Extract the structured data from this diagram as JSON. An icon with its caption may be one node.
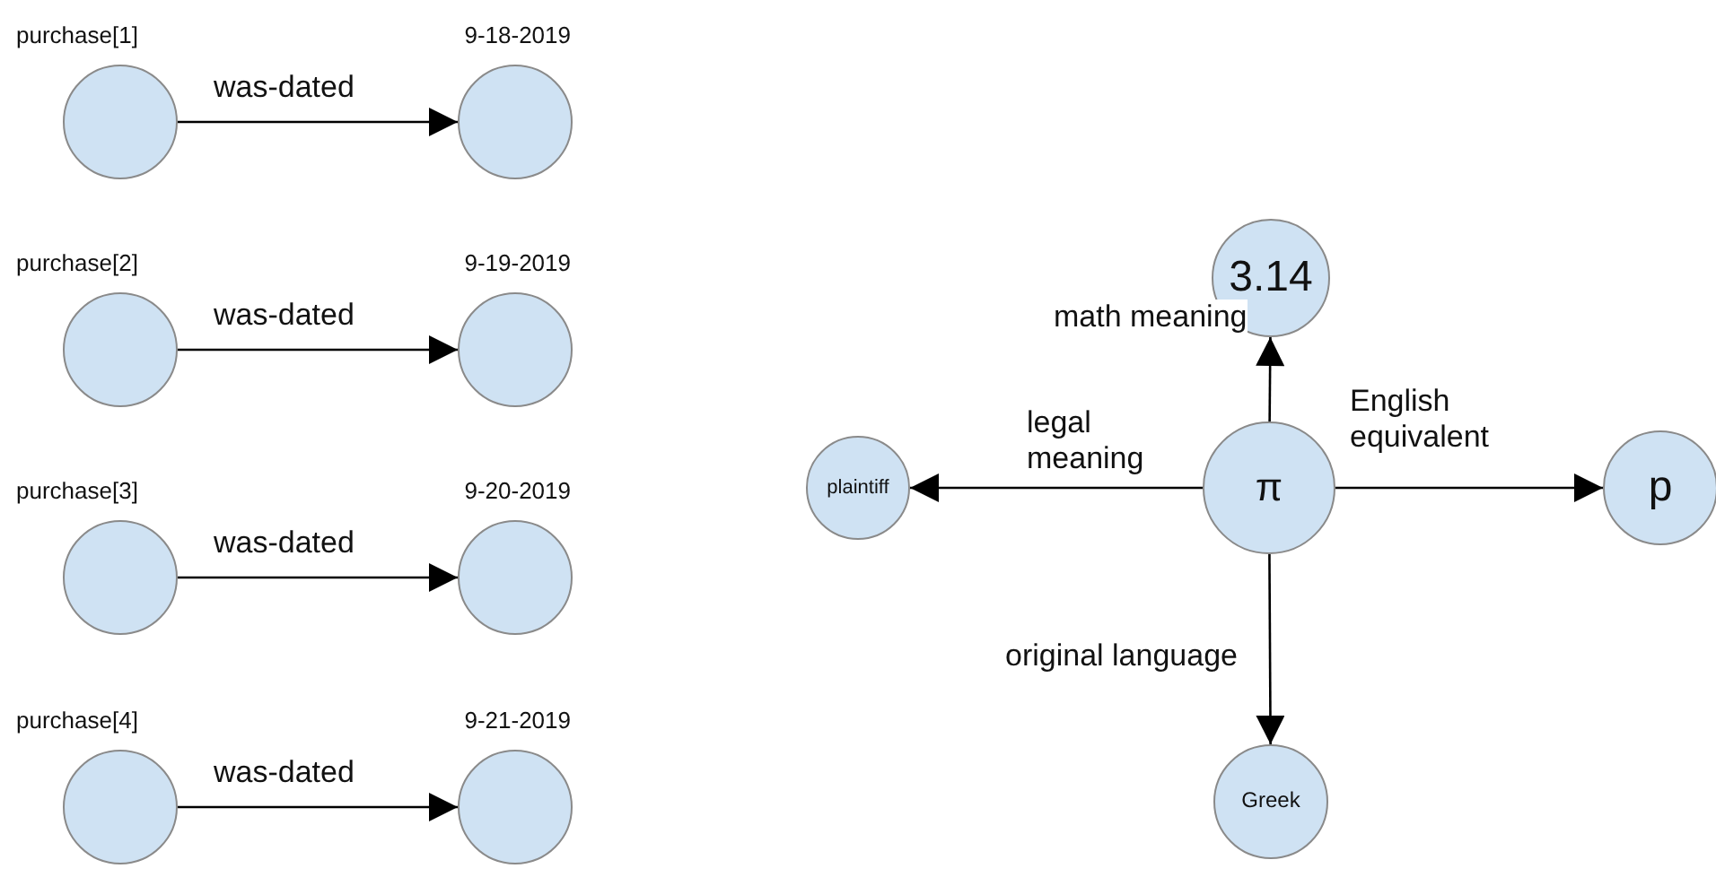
{
  "diagram": {
    "nodes": [
      {
        "text": [
          "purchase[1]"
        ]
      },
      {
        "text": [
          "9-18-2019"
        ]
      },
      {
        "text": [
          "purchase[2]"
        ]
      },
      {
        "text": [
          "9-19-2019"
        ]
      },
      {
        "text": [
          "purchase[3]"
        ]
      },
      {
        "text": [
          "9-20-2019"
        ]
      },
      {
        "text": [
          "purchase[4]"
        ]
      },
      {
        "text": [
          "9-21-2019"
        ]
      },
      {
        "text": [
          "3.14"
        ]
      },
      {
        "text": [
          "plaintiff"
        ]
      },
      {
        "text": [
          "π"
        ]
      },
      {
        "text": [
          "p"
        ]
      },
      {
        "text": [
          "Greek"
        ]
      }
    ],
    "edges": [
      {
        "from": 0,
        "to": 1,
        "arrow": "to",
        "label": "was-dated"
      },
      {
        "from": 2,
        "to": 3,
        "arrow": "to",
        "label": "was-dated"
      },
      {
        "from": 4,
        "to": 5,
        "arrow": "to",
        "label": "was-dated"
      },
      {
        "from": 6,
        "to": 7,
        "arrow": "to",
        "label": "was-dated"
      },
      {
        "from": 10,
        "to": 8,
        "arrow": "to",
        "label": "math meaning"
      },
      {
        "from": 10,
        "to": 9,
        "arrow": "to",
        "label": "legal meaning"
      },
      {
        "from": 10,
        "to": 11,
        "arrow": "to",
        "label": "English equivalent"
      },
      {
        "from": 10,
        "to": 12,
        "arrow": "to",
        "label": "original language"
      }
    ]
  }
}
